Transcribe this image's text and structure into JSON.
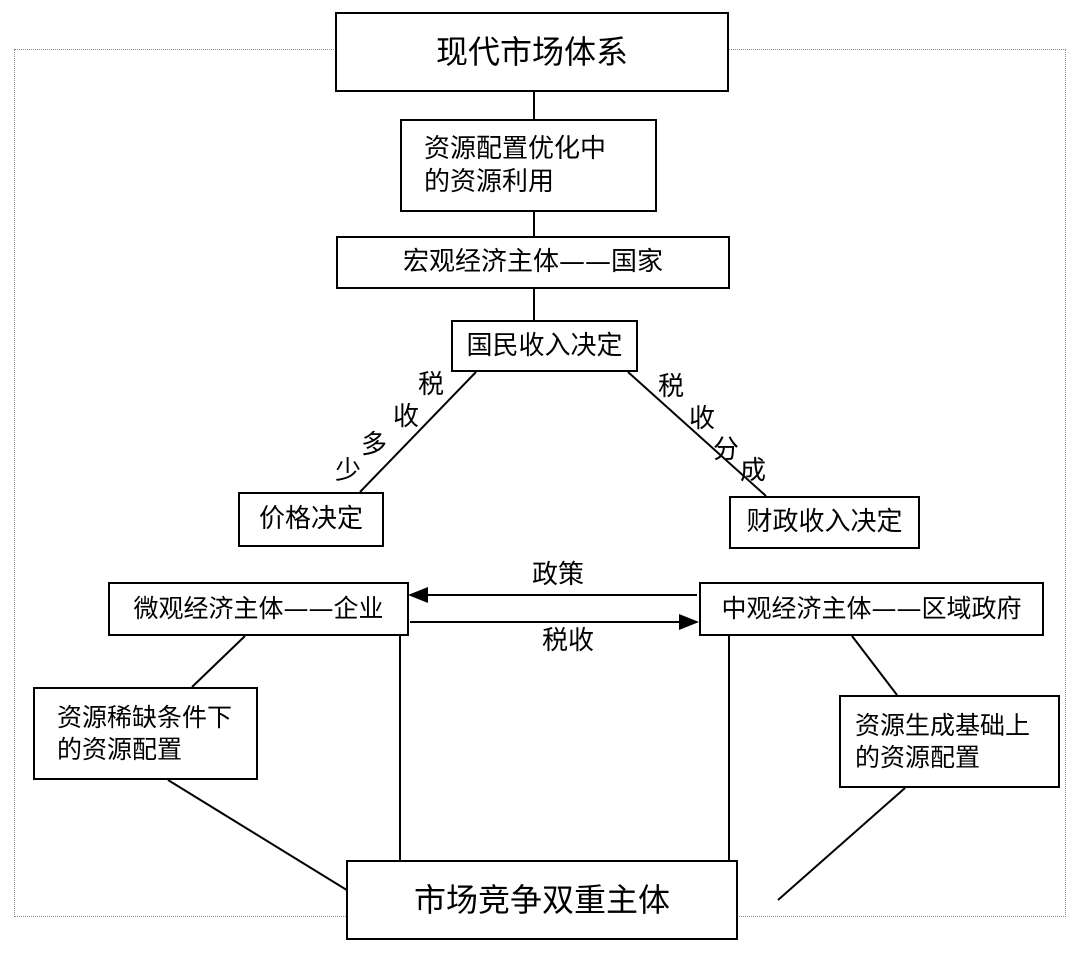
{
  "nodes": {
    "top": "现代市场体系",
    "resource_use": [
      "资源配置优化中",
      "的资源利用"
    ],
    "macro": "宏观经济主体——国家",
    "income": "国民收入决定",
    "price": "价格决定",
    "fiscal": "财政收入决定",
    "micro": "微观经济主体——企业",
    "meso": "中观经济主体——区域政府",
    "scarcity": [
      "资源稀缺条件下",
      "的资源配置"
    ],
    "generation": [
      "资源生成基础上",
      "的资源配置"
    ],
    "bottom": "市场竞争双重主体"
  },
  "edge_labels": {
    "left_tax": [
      "税",
      "收",
      "多",
      "少"
    ],
    "right_tax": [
      "税",
      "收",
      "分",
      "成"
    ],
    "policy": "政策",
    "tax": "税收"
  }
}
